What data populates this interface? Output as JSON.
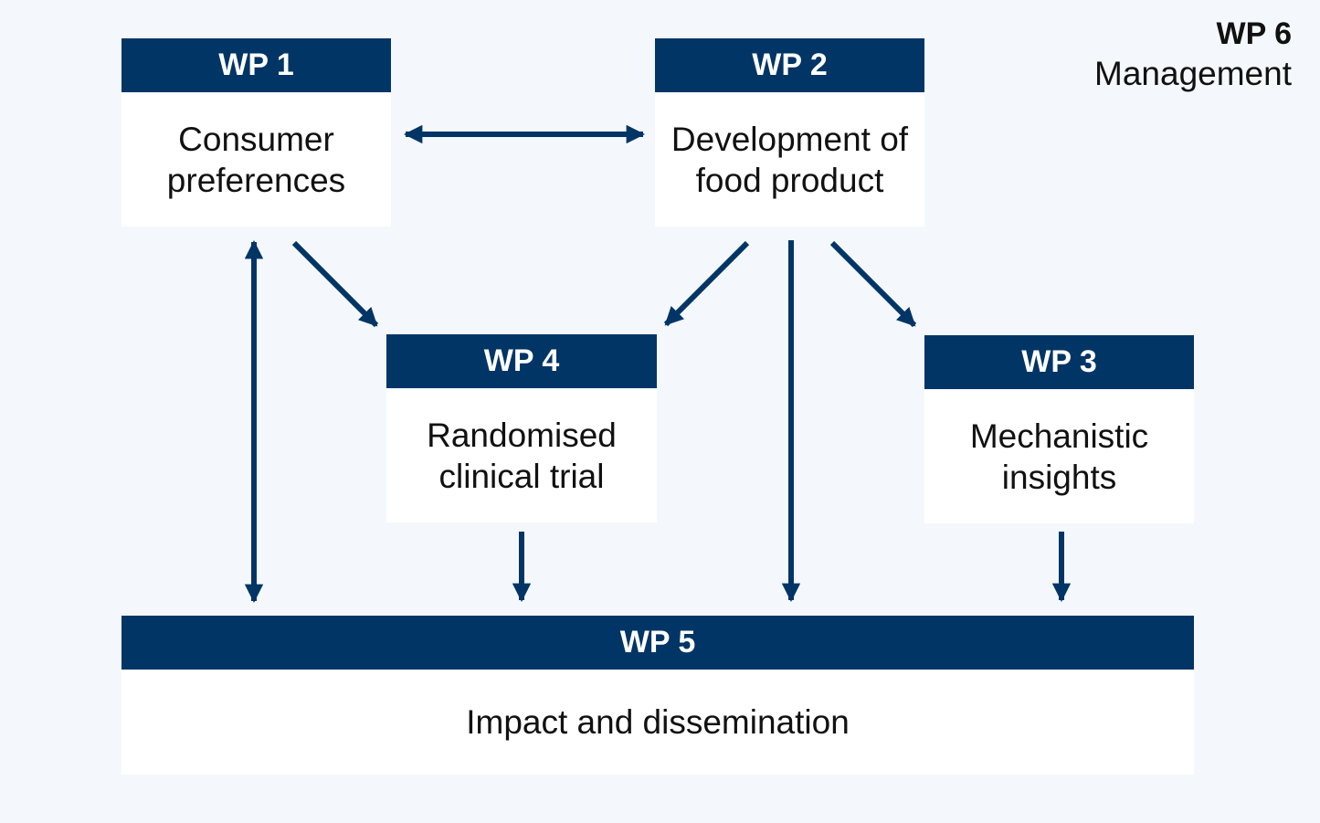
{
  "management": {
    "title": "WP 6",
    "label": "Management"
  },
  "packages": {
    "wp1": {
      "title": "WP 1",
      "line1": "Consumer",
      "line2": "preferences"
    },
    "wp2": {
      "title": "WP 2",
      "line1": "Development of",
      "line2": "food product"
    },
    "wp3": {
      "title": "WP 3",
      "line1": "Mechanistic",
      "line2": "insights"
    },
    "wp4": {
      "title": "WP 4",
      "line1": "Randomised",
      "line2": "clinical trial"
    },
    "wp5": {
      "title": "WP 5",
      "line1": "Impact and dissemination"
    }
  },
  "connections": [
    {
      "from": "WP 1",
      "to": "WP 2",
      "type": "bidirectional"
    },
    {
      "from": "WP 1",
      "to": "WP 4",
      "type": "directed"
    },
    {
      "from": "WP 2",
      "to": "WP 4",
      "type": "directed"
    },
    {
      "from": "WP 2",
      "to": "WP 3",
      "type": "directed"
    },
    {
      "from": "WP 2",
      "to": "WP 5",
      "type": "directed"
    },
    {
      "from": "WP 4",
      "to": "WP 5",
      "type": "directed"
    },
    {
      "from": "WP 3",
      "to": "WP 5",
      "type": "directed"
    },
    {
      "from": "WP 1",
      "to": "WP 5",
      "type": "bidirectional"
    }
  ],
  "colors": {
    "header": "#003566",
    "arrow": "#003566",
    "background": "#f4f8fc",
    "box": "#ffffff"
  }
}
